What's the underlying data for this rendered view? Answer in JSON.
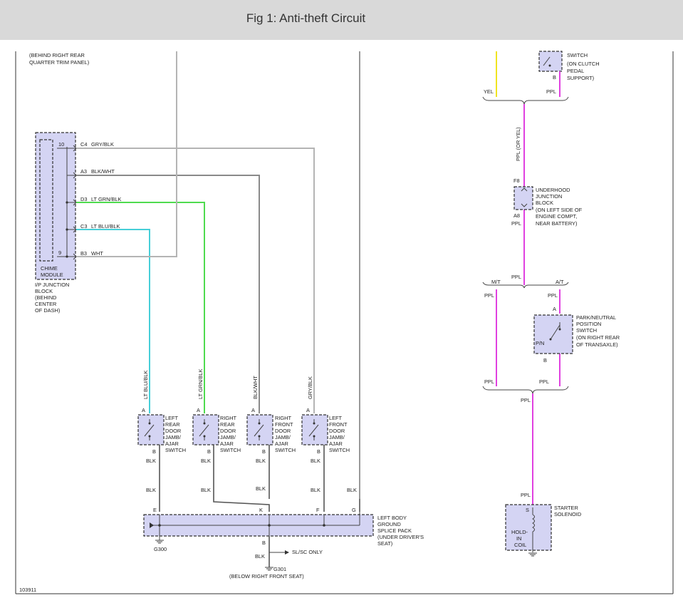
{
  "title": "Fig 1: Anti-theft Circuit",
  "figure_id": "103911",
  "colors": {
    "gray_wire": "#b4b4b4",
    "blk_wht_wire": "#8a8a8a",
    "green_wire": "#4fdb4f",
    "blue_wire": "#46cfd8",
    "ppl_wire": "#e040e0",
    "yel_wire": "#f0e420",
    "component_fill": "#d4d4f3"
  },
  "left": {
    "top_note": [
      "(BEHIND RIGHT REAR",
      "QUARTER TRIM PANEL)"
    ],
    "chime_module": {
      "label": [
        "CHIME",
        "MODULE"
      ],
      "block_label": [
        "I/P JUNCTION",
        "BLOCK",
        "(BEHIND",
        "CENTER",
        "OF DASH)"
      ],
      "pins": [
        {
          "inner": "10",
          "pin": "C4",
          "wire": "GRY/BLK"
        },
        {
          "inner": "",
          "pin": "A3",
          "wire": "BLK/WHT"
        },
        {
          "inner": "",
          "pin": "D3",
          "wire": "LT GRN/BLK"
        },
        {
          "inner": "",
          "pin": "C3",
          "wire": "LT BLU/BLK"
        },
        {
          "inner": "9",
          "pin": "B3",
          "wire": "WHT"
        }
      ]
    },
    "vertical_wire_labels": [
      "LT BLU/BLK",
      "LT GRN/BLK",
      "BLK/WHT",
      "GRY/BLK"
    ],
    "switches": [
      {
        "label": [
          "LEFT",
          "REAR",
          "DOOR",
          "JAMB/",
          "AJAR",
          "SWITCH"
        ],
        "top": "A",
        "bottom": "B",
        "wire1": "BLK",
        "wire2": "BLK"
      },
      {
        "label": [
          "RIGHT",
          "REAR",
          "DOOR",
          "JAMB/",
          "AJAR",
          "SWITCH"
        ],
        "top": "A",
        "bottom": "B",
        "wire1": "BLK",
        "wire2": "BLK"
      },
      {
        "label": [
          "RIGHT",
          "FRONT",
          "DOOR",
          "JAMB/",
          "AJAR",
          "SWITCH"
        ],
        "top": "A",
        "bottom": "B",
        "wire1": "BLK",
        "wire2": "BLK"
      },
      {
        "label": [
          "LEFT",
          "FRONT",
          "DOOR",
          "JAMB/",
          "AJAR",
          "SWITCH"
        ],
        "top": "A",
        "bottom": "B",
        "wire1": "BLK",
        "wire2": "BLK"
      }
    ],
    "extra_blk": "BLK",
    "splice": {
      "pins": [
        "E",
        "K",
        "F",
        "G"
      ],
      "bottom_pin": "B",
      "label": [
        "LEFT BODY",
        "GROUND",
        "SPLICE PACK",
        "(UNDER DRIVER'S",
        "SEAT)"
      ],
      "ground_left": "G300",
      "branch_note": "SL/SC ONLY",
      "bottom_wire": "BLK",
      "ground_bottom": "G301",
      "ground_bottom_note": "(BELOW RIGHT FRONT SEAT)"
    }
  },
  "right": {
    "clutch_switch": [
      "SWITCH",
      "(ON CLUTCH",
      "PEDAL",
      "SUPPORT)"
    ],
    "clutch_pin": "B",
    "yel": "YEL",
    "ppl": "PPL",
    "ppl_or_yel": "PPL (OR YEL)",
    "underhood": {
      "top_pin": "F8",
      "bottom_pin": "A8",
      "label": [
        "UNDERHOOD",
        "JUNCTION",
        "BLOCK",
        "(ON LEFT SIDE OF",
        "ENGINE COMPT,",
        "NEAR BATTERY)"
      ]
    },
    "mt": "M/T",
    "at": "A/T",
    "pn_switch": {
      "label": [
        "PARK/NEUTRAL",
        "POSITION",
        "SWITCH",
        "(ON RIGHT REAR",
        "OF TRANSAXLE)"
      ],
      "inner": "P/N",
      "top_pin": "A",
      "bottom_pin": "B"
    },
    "starter": {
      "label": [
        "STARTER",
        "SOLENOID"
      ],
      "pin": "S",
      "inner": [
        "HOLD-",
        "IN",
        "COIL"
      ]
    }
  }
}
